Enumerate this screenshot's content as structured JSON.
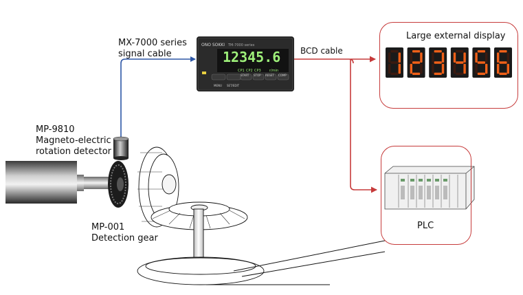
{
  "labels": {
    "cable_line1": "MX-7000 series",
    "cable_line2": "signal cable",
    "bcd_cable": "BCD cable",
    "detector_line1": "MP-9810",
    "detector_line2": "Magneto-electric",
    "detector_line3": "rotation detector",
    "gear_line1": "MP-001",
    "gear_line2": "Detection gear",
    "external_display": "Large external display",
    "plc": "PLC"
  },
  "tachometer": {
    "brand": "ONO SOKKI",
    "model": "TM-7000 series",
    "reading": "12345.6",
    "indicators": [
      "CP1",
      "CP2",
      "CP3"
    ],
    "unit": "r/min",
    "buttons": [
      "MENU",
      "SET/EDIT",
      "START",
      "STOP",
      "RESET",
      "COMP"
    ]
  },
  "external_display_digits": [
    "1",
    "2",
    "3",
    "4",
    "5",
    "6"
  ],
  "colors": {
    "signal_cable": "#2d57a6",
    "bcd_cable": "#c63a3a",
    "seven_seg_on": "#f06018",
    "lcd_green": "#9ef07a"
  }
}
